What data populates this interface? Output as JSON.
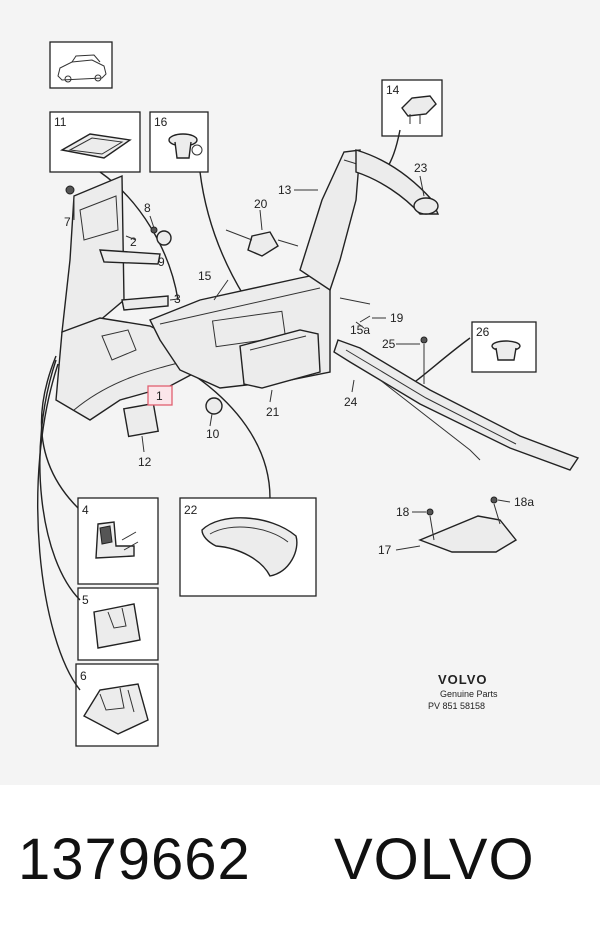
{
  "callouts": {
    "c1": "1",
    "c2": "2",
    "c3": "3",
    "c4": "4",
    "c5": "5",
    "c6": "6",
    "c7": "7",
    "c8": "8",
    "c9": "9",
    "c10": "10",
    "c11": "11",
    "c12": "12",
    "c13": "13",
    "c14": "14",
    "c15": "15",
    "c15a": "15a",
    "c16": "16",
    "c17": "17",
    "c18": "18",
    "c18a": "18a",
    "c19": "19",
    "c20": "20",
    "c21": "21",
    "c22": "22",
    "c23": "23",
    "c24": "24",
    "c25": "25",
    "c26": "26"
  },
  "logo": {
    "brand": "VOLVO",
    "subtitle": "Genuine Parts",
    "code": "PV  851 58158"
  },
  "footer": {
    "part_number": "1379662",
    "brand": "VOLVO"
  },
  "colors": {
    "highlight": "#e06070",
    "line": "#222222"
  }
}
